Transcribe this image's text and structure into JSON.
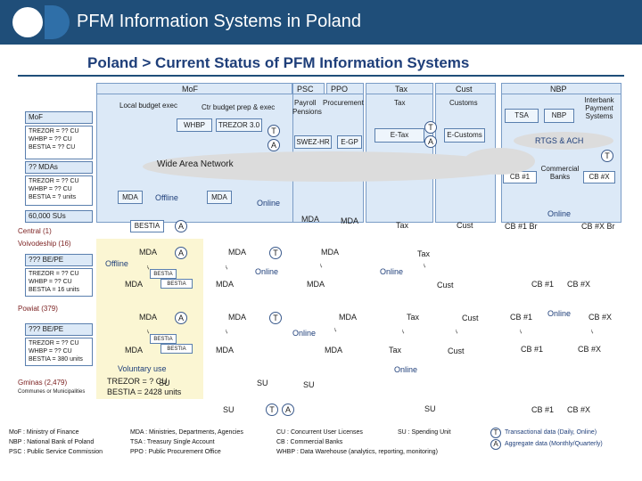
{
  "header": {
    "title": "PFM Information Systems in Poland"
  },
  "subtitle": "Poland > Current Status of PFM Information Systems",
  "columns": {
    "mof": "MoF",
    "psc": "PSC",
    "ppo": "PPO",
    "tax": "Tax",
    "cust": "Cust",
    "nbp": "NBP"
  },
  "mof_col": {
    "local_budget": "Local budget exec",
    "ctr_budget": "Ctr budget prep & exec",
    "whbp": "WHBP",
    "trezor": "TREZOR 3.0"
  },
  "psc_col": {
    "payroll": "Payroll",
    "procurement": "Procurement",
    "pensions": "Pensions",
    "swez": "SWEZ-HR",
    "egp": "E-GP"
  },
  "tax_col": {
    "sub": "Tax",
    "etax": "E-Tax"
  },
  "cust_col": {
    "sub": "Customs",
    "ecustoms": "E-Customs"
  },
  "nbp_col": {
    "tsa": "TSA",
    "nbp": "NBP",
    "interbank": "Interbank Payment Systems",
    "rtgs": "RTGS & ACH",
    "cb1": "CB #1",
    "commercial": "Commercial Banks",
    "cbx": "CB #X"
  },
  "side": {
    "mof_label": "MoF",
    "mof_stats": [
      "TREZOR = ?? CU",
      "WHBP = ?? CU",
      "BESTIA = ?? CU"
    ],
    "mdas_label": "?? MDAs",
    "mdas_stats": [
      "TREZOR = ?? CU",
      "WHBP = ?? CU",
      "BESTIA = ? units"
    ],
    "sus": "60,000 SUs",
    "central": "Central (1)",
    "voivodeship": "Voivodeship (16)",
    "voiv_label": "??? BE/PE",
    "voiv_stats": [
      "TREZOR = ?? CU",
      "WHBP = ?? CU",
      "BESTIA = 16 units"
    ],
    "powiat": "Powiat (379)",
    "pow_label": "??? BE/PE",
    "pow_stats": [
      "TREZOR = ?? CU",
      "WHBP = ?? CU",
      "BESTIA = 380 units"
    ],
    "gminas": "Gminas (2,479)",
    "gminas_sub": "Communes or Municipalities",
    "gminas_stats": [
      "TREZOR = ? CU",
      "BESTIA = 2428 units"
    ]
  },
  "wan": "Wide Area Network",
  "labels": {
    "mda": "MDA",
    "bestia": "BESTIA",
    "su": "SU",
    "tax": "Tax",
    "cust": "Cust",
    "cb1": "CB #1",
    "cbx": "CB #X",
    "cb1_br": "CB #1 Br",
    "cbx_br": "CB #X Br",
    "online": "Online",
    "offline": "Offline",
    "voluntary": "Voluntary use",
    "t": "T",
    "a": "A",
    "dots": "..."
  },
  "legend": {
    "col1": [
      "MoF : Ministry of Finance",
      "NBP : National Bank of Poland",
      "PSC : Public Service Commission"
    ],
    "col2": [
      "MDA : Ministries, Departments, Agencies",
      "TSA : Treasury Single Account",
      "PPO : Public Procurement Office"
    ],
    "col3": [
      "CU : Concurrent User Licenses",
      "CB : Commercial Banks",
      "WHBP : Data Warehouse (analytics, reporting, monitoring)"
    ],
    "col4": "SU : Spending Unit",
    "ta": [
      "Transactional data (Daily, Online)",
      "Aggregate data (Monthly/Quarterly)"
    ]
  },
  "colors": {
    "header": "#1f4e79",
    "band": "#dce9f7",
    "voluntary": "#fbf6d3",
    "level": "#7a1e1e",
    "cloud": "#dcdcdc"
  }
}
